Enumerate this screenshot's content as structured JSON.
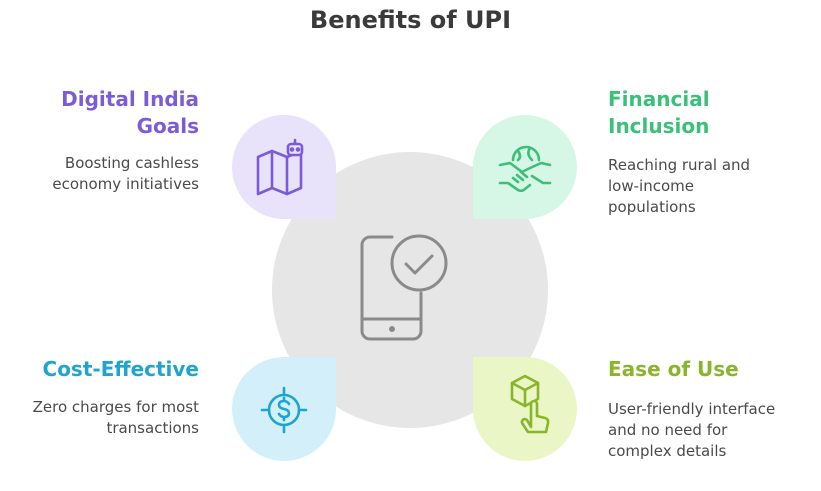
{
  "title": "Benefits of UPI",
  "center_icon": "smartphone-check-icon",
  "benefits": [
    {
      "heading_lines": [
        "Digital India",
        "Goals"
      ],
      "desc_lines": [
        "Boosting cashless",
        "economy initiatives"
      ],
      "icon": "map-robot-icon",
      "color": "#7b5cd6",
      "fill": "#e8e2fb"
    },
    {
      "heading_lines": [
        "Financial",
        "Inclusion"
      ],
      "desc_lines": [
        "Reaching rural and",
        "low-income",
        "populations"
      ],
      "icon": "globe-handshake-icon",
      "color": "#3cbf78",
      "fill": "#d6f7e6"
    },
    {
      "heading_lines": [
        "Cost-Effective"
      ],
      "desc_lines": [
        "Zero charges for most",
        "transactions"
      ],
      "icon": "dollar-target-icon",
      "color": "#1ea5cf",
      "fill": "#d3eff9"
    },
    {
      "heading_lines": [
        "Ease of Use"
      ],
      "desc_lines": [
        "User-friendly interface",
        "and no need for",
        "complex details"
      ],
      "icon": "box-tap-icon",
      "color": "#8ab52b",
      "fill": "#eaf6c6"
    }
  ]
}
